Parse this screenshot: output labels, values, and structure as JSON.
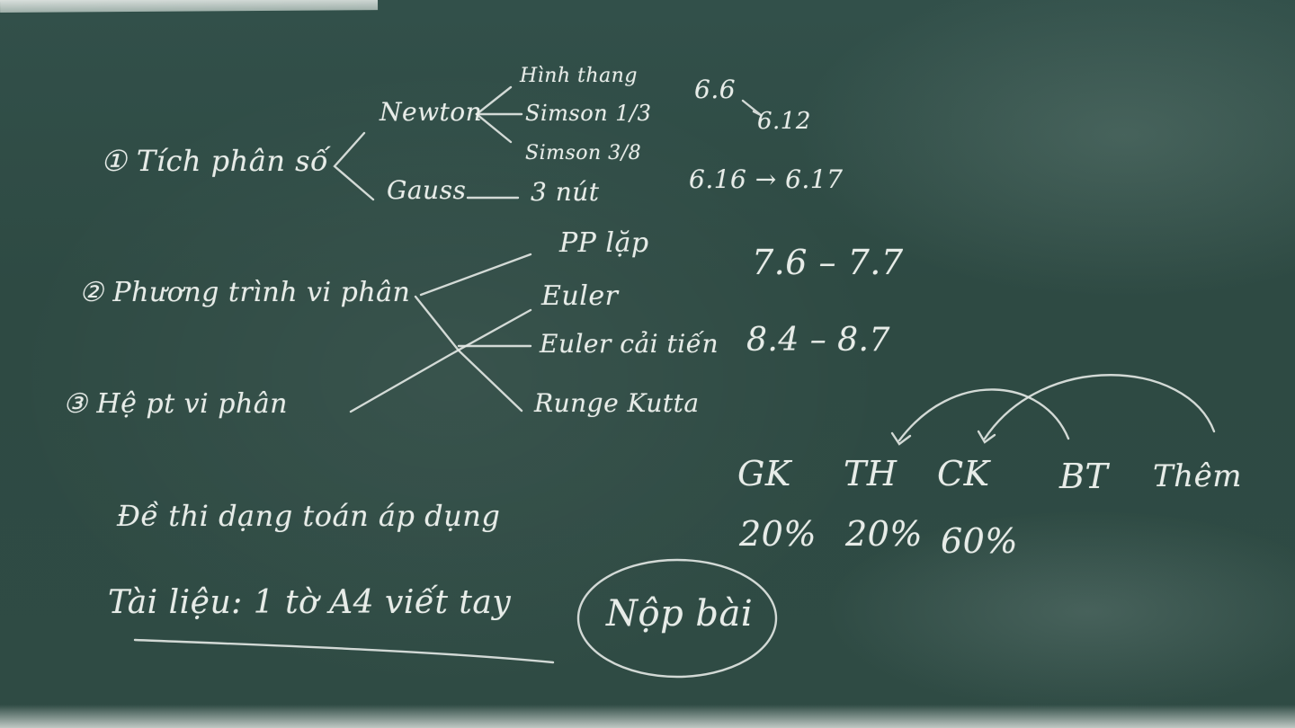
{
  "sections": {
    "tich_phan": {
      "label": "① Tích phân số",
      "newton": "Newton",
      "gauss": "Gauss",
      "methods": [
        "Hình thang",
        "Simson 1/3",
        "Simson 3/8",
        "3 nút"
      ],
      "chapters_a_start": "6.6",
      "chapters_a_end": "6.12",
      "chapters_b": "6.16 → 6.17"
    },
    "phuong_trinh": {
      "label": "② Phương trình vi phân",
      "methods": [
        "PP lặp",
        "Euler",
        "Euler cải tiến",
        "Runge Kutta"
      ],
      "chapters_a": "7.6 – 7.7",
      "chapters_b": "8.4 – 8.7"
    },
    "he_pt": {
      "label": "③ Hệ pt vi phân"
    }
  },
  "exam_note": "Đề thi dạng toán áp dụng",
  "materials_note": "Tài liệu: 1 tờ A4 viết tay",
  "submit_label": "Nộp bài",
  "grading": {
    "headers": [
      "GK",
      "TH",
      "CK",
      "BT",
      "Thêm"
    ],
    "weights": [
      "20%",
      "20%",
      "60%"
    ]
  }
}
